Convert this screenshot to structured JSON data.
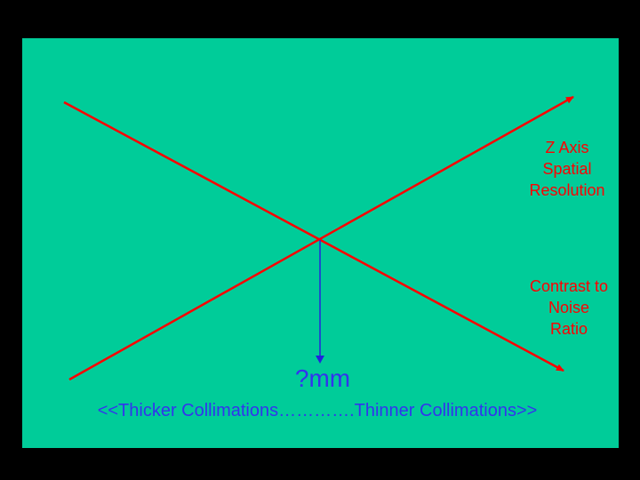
{
  "colors": {
    "background": "#000000",
    "panel": "#00cc99",
    "curve": "#ff0000",
    "arrow": "#2222dd",
    "red_text": "#ff0000",
    "blue_text": "#3333ee"
  },
  "labels": {
    "z_axis_resolution": [
      "Z Axis",
      "Spatial",
      "Resolution"
    ],
    "contrast_to_noise": [
      "Contrast to",
      "Noise",
      "Ratio"
    ],
    "optimum": "?mm",
    "collimation_axis": "<<Thicker Collimations………….Thinner Collimations>>"
  }
}
